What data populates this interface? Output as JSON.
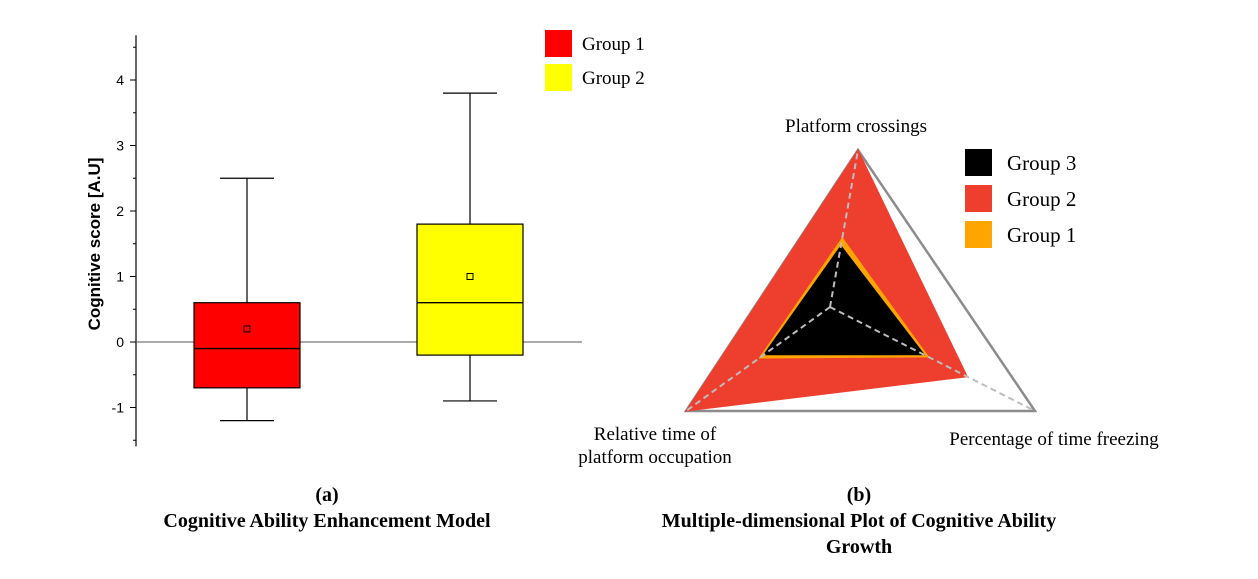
{
  "chart_data": [
    {
      "type": "box",
      "ylabel": "Cognitive score [A.U]",
      "ylim": [
        -1.5,
        4.5
      ],
      "yticks": [
        "-1",
        "0",
        "1",
        "2",
        "3",
        "4"
      ],
      "baseline": 0,
      "grid": false,
      "legend_position": "top-right",
      "series": [
        {
          "name": "Group 1",
          "color": "#ff0000",
          "whisker_low": -1.2,
          "q1": -0.7,
          "median": -0.1,
          "q3": 0.6,
          "whisker_high": 2.5,
          "mean": 0.2
        },
        {
          "name": "Group 2",
          "color": "#ffff00",
          "whisker_low": -0.9,
          "q1": -0.2,
          "median": 0.6,
          "q3": 1.8,
          "whisker_high": 3.8,
          "mean": 1.0
        }
      ],
      "caption_label": "(a)",
      "caption_title": "Cognitive Ability Enhancement Model"
    },
    {
      "type": "radar",
      "axes": [
        "Platform crossings",
        "Percentage of time freezing",
        "Relative time of platform occupation"
      ],
      "axis_label_lines": [
        [
          "Platform crossings"
        ],
        [
          "Percentage of time freezing"
        ],
        [
          "Relative time of",
          "platform occupation"
        ]
      ],
      "range": [
        0,
        1
      ],
      "legend_position": "right",
      "series": [
        {
          "name": "Group 3",
          "color": "#000000",
          "values": [
            0.39,
            0.46,
            0.46
          ]
        },
        {
          "name": "Group 2",
          "color": "#ee3e2e",
          "values": [
            1.0,
            0.67,
            1.0
          ]
        },
        {
          "name": "Group 1",
          "color": "#ffa500",
          "values": [
            0.44,
            0.48,
            0.49
          ]
        }
      ],
      "caption_label": "(b)",
      "caption_title": "Multiple-dimensional Plot of Cognitive Ability Growth"
    }
  ]
}
